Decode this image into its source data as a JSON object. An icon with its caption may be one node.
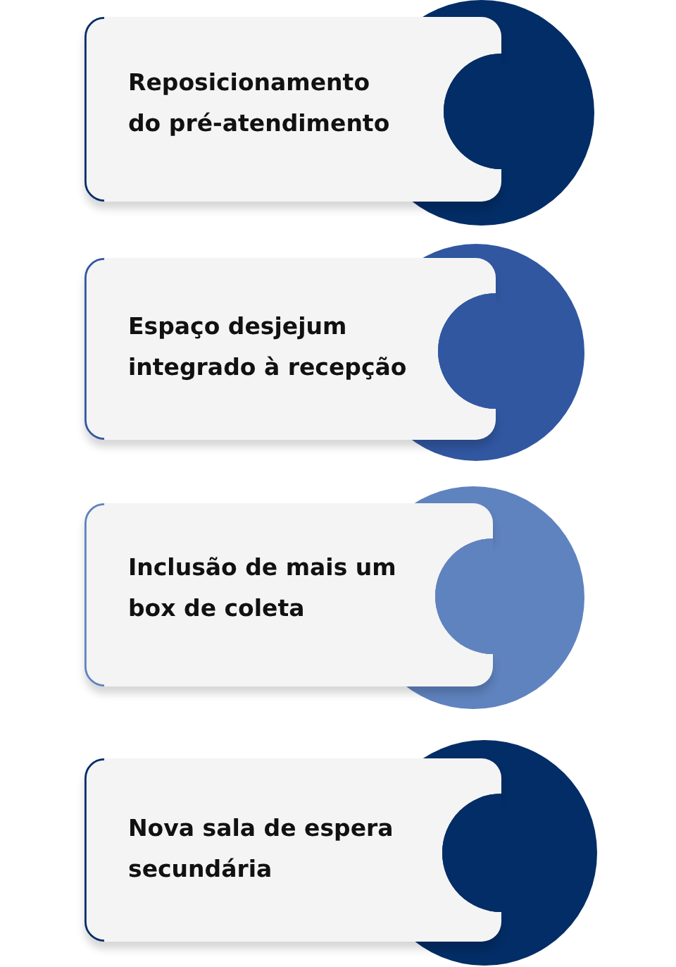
{
  "diagram": {
    "nodes": [
      {
        "text": [
          "Reposicionamento do pré-atendimento"
        ]
      },
      {
        "text": [
          "Espaço desjejum integrado à recepção"
        ]
      },
      {
        "text": [
          "Inclusão de mais um box de coleta"
        ]
      },
      {
        "text": [
          "Nova sala de espera secundária"
        ]
      }
    ],
    "edges": []
  }
}
